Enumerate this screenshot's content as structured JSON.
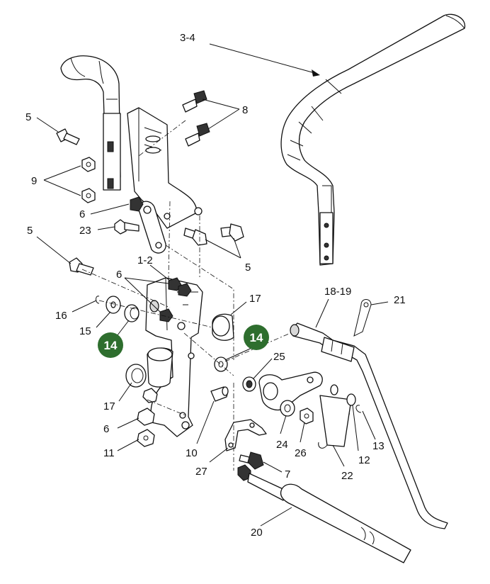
{
  "callouts": [
    {
      "id": "c-3-4",
      "text": "3-4"
    },
    {
      "id": "c-8",
      "text": "8"
    },
    {
      "id": "c-5a",
      "text": "5"
    },
    {
      "id": "c-9",
      "text": "9"
    },
    {
      "id": "c-6a",
      "text": "6"
    },
    {
      "id": "c-23",
      "text": "23"
    },
    {
      "id": "c-5b",
      "text": "5"
    },
    {
      "id": "c-5c",
      "text": "5"
    },
    {
      "id": "c-1-2",
      "text": "1-2"
    },
    {
      "id": "c-6b",
      "text": "6"
    },
    {
      "id": "c-16",
      "text": "16"
    },
    {
      "id": "c-15",
      "text": "15"
    },
    {
      "id": "c-17a",
      "text": "17"
    },
    {
      "id": "c-18-19",
      "text": "18-19"
    },
    {
      "id": "c-21",
      "text": "21"
    },
    {
      "id": "c-25",
      "text": "25"
    },
    {
      "id": "c-17b",
      "text": "17"
    },
    {
      "id": "c-6c",
      "text": "6"
    },
    {
      "id": "c-11",
      "text": "11"
    },
    {
      "id": "c-10",
      "text": "10"
    },
    {
      "id": "c-27",
      "text": "27"
    },
    {
      "id": "c-24",
      "text": "24"
    },
    {
      "id": "c-26",
      "text": "26"
    },
    {
      "id": "c-12",
      "text": "12"
    },
    {
      "id": "c-13",
      "text": "13"
    },
    {
      "id": "c-22",
      "text": "22"
    },
    {
      "id": "c-7",
      "text": "7"
    },
    {
      "id": "c-20",
      "text": "20"
    }
  ],
  "badges": [
    {
      "id": "b-14a",
      "text": "14"
    },
    {
      "id": "b-14b",
      "text": "14"
    }
  ],
  "colors": {
    "badge_fill": "#2e6e2e",
    "line": "#111111",
    "background": "#ffffff"
  }
}
